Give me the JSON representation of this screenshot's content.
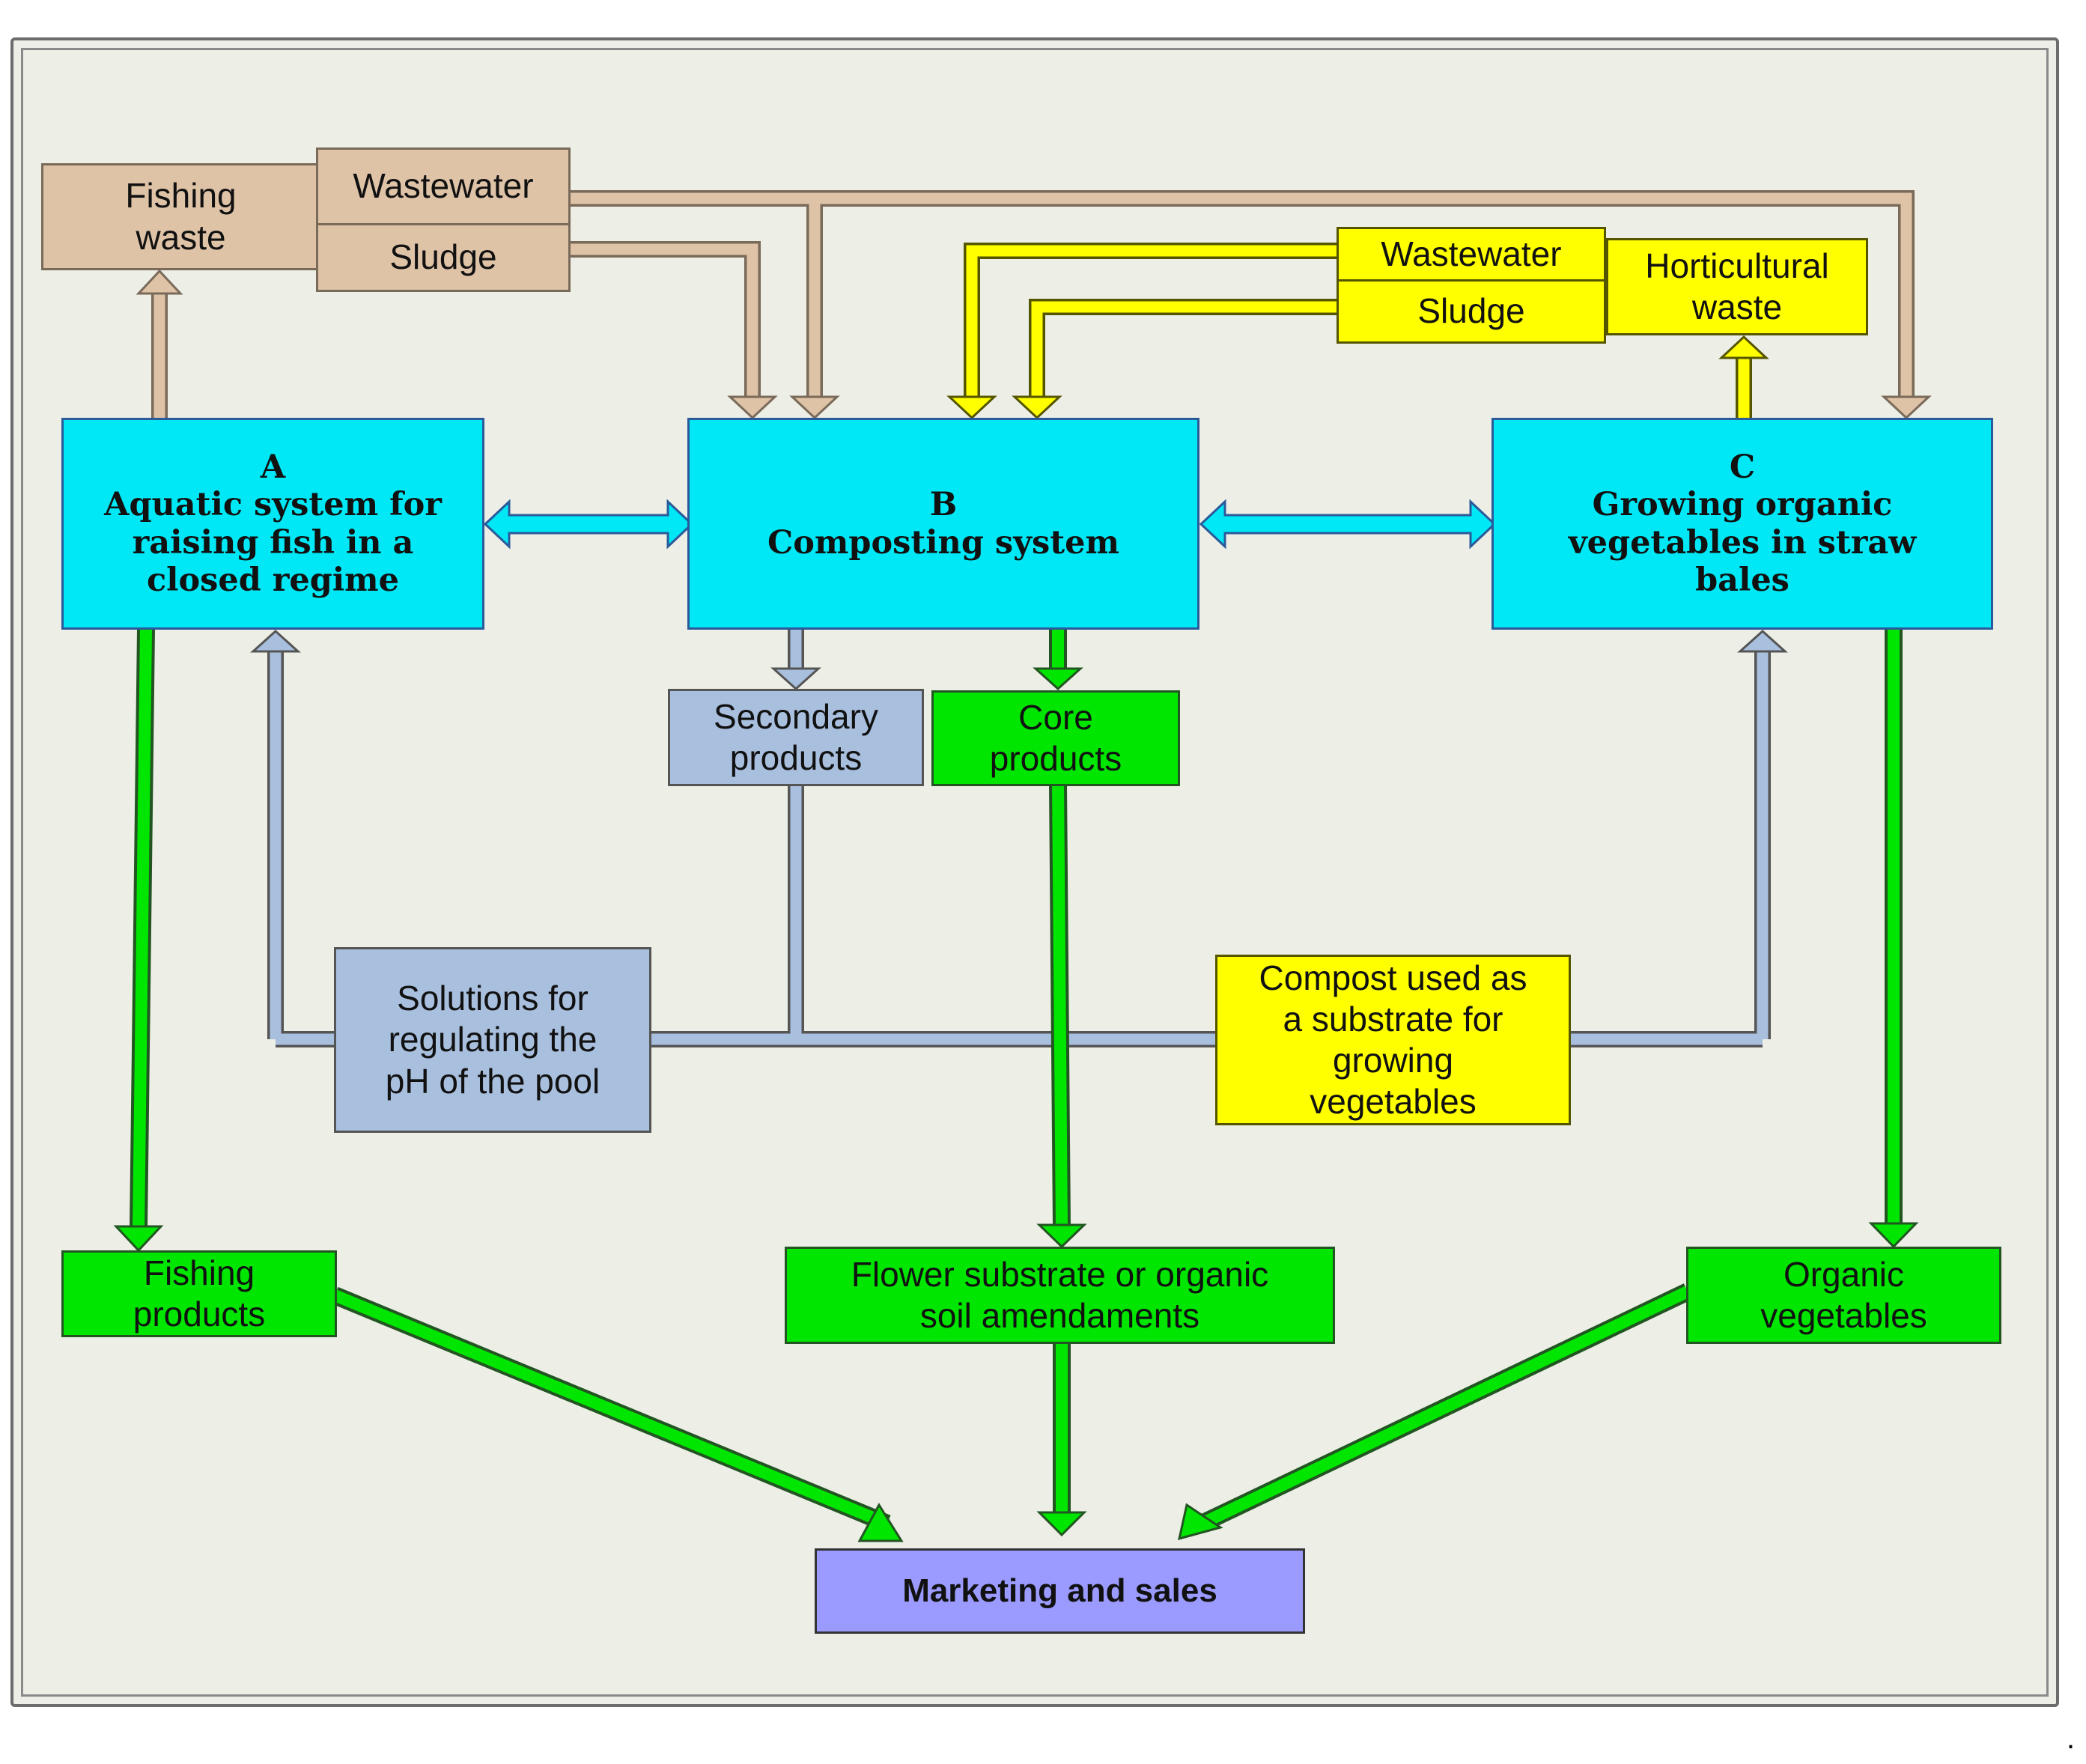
{
  "colors": {
    "waste_tan": "#dfc3a7",
    "horticulture_yellow": "#ffff00",
    "system_cyan": "#00e8f5",
    "secondary_slate": "#a9bfde",
    "product_green": "#00e600",
    "marketing_violet": "#9b9bff",
    "frame_background": "#edefe6"
  },
  "systems": {
    "a": {
      "letter": "A",
      "label": "Aquatic system for\nraising fish in a\nclosed regime"
    },
    "b": {
      "letter": "B",
      "label": "Composting system"
    },
    "c": {
      "letter": "C",
      "label": "Growing organic\nvegetables in straw\nbales"
    }
  },
  "aquatic_waste": {
    "fishing_waste": "Fishing\nwaste",
    "wastewater": "Wastewater",
    "sludge": "Sludge"
  },
  "horticulture_waste": {
    "wastewater": "Wastewater",
    "sludge": "Sludge",
    "horticultural_waste": "Horticultural\nwaste"
  },
  "compost_outputs": {
    "secondary": "Secondary\nproducts",
    "core": "Core\nproducts"
  },
  "applications": {
    "ph_solutions": "Solutions for\nregulating the\npH of the pool",
    "compost_substrate": "Compost used as\na substrate for\ngrowing\nvegetables"
  },
  "products": {
    "fishing": "Fishing\nproducts",
    "flower_substrate": "Flower substrate or organic\nsoil amendaments",
    "organic_vegetables": "Organic\nvegetables"
  },
  "marketing": "Marketing and sales",
  "trailing_mark": "."
}
